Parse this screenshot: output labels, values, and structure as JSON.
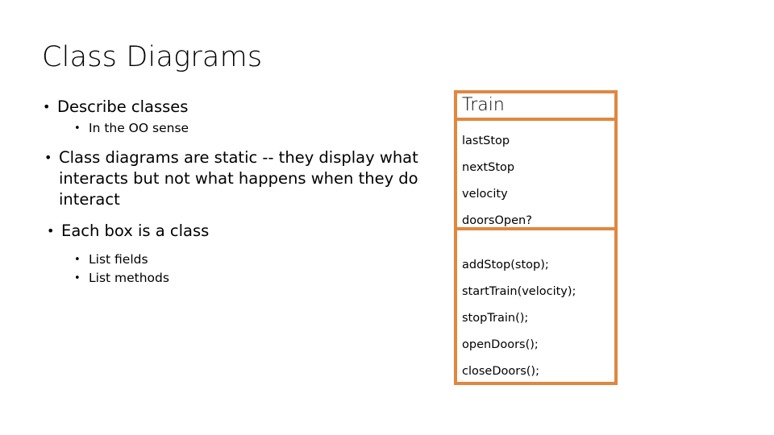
{
  "slide": {
    "title": "Class Diagrams",
    "background_color": "#FFFFFF",
    "text_color": "#000000"
  },
  "body": {
    "bullet_glyph": "•",
    "items": [
      {
        "level": 1,
        "text": "Describe classes"
      },
      {
        "level": 2,
        "text": "In the OO sense"
      },
      {
        "level": 1,
        "text": "Class diagrams are static -- they display what interacts but not what happens when they do interact"
      },
      {
        "level": 1,
        "text": "Each box is a class"
      },
      {
        "level": 2,
        "text": "List fields"
      },
      {
        "level": 2,
        "text": "List methods"
      }
    ]
  },
  "class_diagram": {
    "accent_color": "#E08740",
    "class_name": "Train",
    "fields": [
      "lastStop",
      "nextStop",
      "velocity",
      "doorsOpen?"
    ],
    "methods": [
      "addStop(stop);",
      "startTrain(velocity);",
      "stopTrain();",
      "openDoors();",
      "closeDoors();"
    ]
  }
}
